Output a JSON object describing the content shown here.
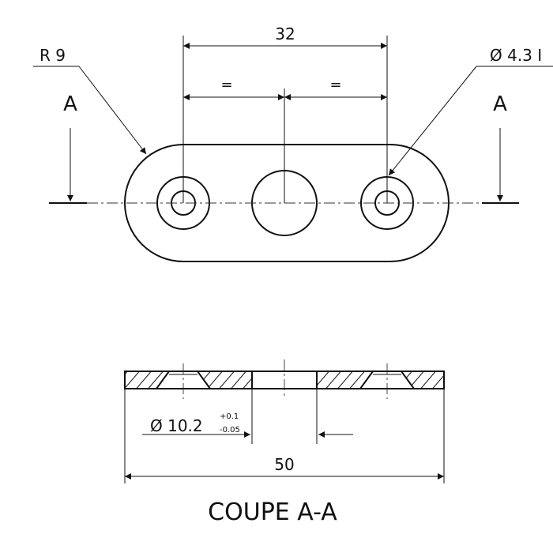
{
  "top_view": {
    "section_label_left": "A",
    "section_label_right": "A",
    "radius_label": "R 9",
    "overall_pitch": "32",
    "equal_left": "=",
    "equal_right": "=",
    "hole_diameter": "Ø 4.3 ⁠I"
  },
  "section_view": {
    "bore_diameter": "Ø 10.2",
    "tolerance_upper": "+0.1",
    "tolerance_lower": "-0.05",
    "overall_length": "50",
    "title": "COUPE A-A"
  }
}
